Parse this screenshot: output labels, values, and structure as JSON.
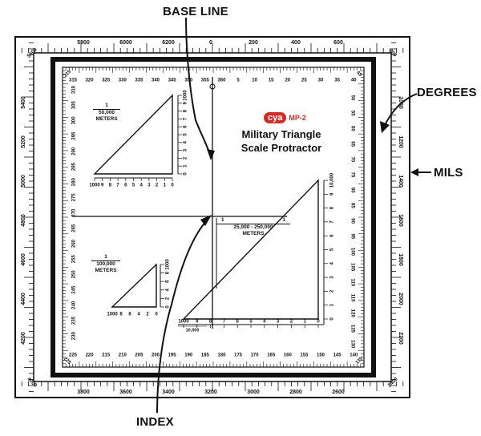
{
  "callouts": {
    "base_line": "BASE LINE",
    "degrees": "DEGREES",
    "mils": "MILS",
    "index": "INDEX"
  },
  "brand": {
    "logo": "cya",
    "model": "MP-2",
    "color": "#d42a2a"
  },
  "title": {
    "line1": "Military Triangle",
    "line2": "Scale Protractor"
  },
  "scales": {
    "s50k": {
      "num": "1",
      "den": "50,000",
      "unit": "METERS"
    },
    "s100k": {
      "num": "1",
      "den": "100,000",
      "unit": "METERS"
    },
    "s25k": {
      "num_left": "1",
      "num_right": "1",
      "den": "25,000 - 250,000",
      "unit": "METERS"
    }
  },
  "mils_labels": {
    "top": [
      "5800",
      "6000",
      "6200",
      "0",
      "200",
      "400",
      "600"
    ],
    "right": [
      "1000",
      "1200",
      "1400",
      "1600",
      "1800",
      "2000",
      "2200"
    ],
    "bottom": [
      "3800",
      "3600",
      "3400",
      "3200",
      "3000",
      "2800",
      "2600"
    ],
    "left": [
      "5400",
      "5200",
      "5000",
      "4800",
      "4600",
      "4400",
      "4200"
    ],
    "corners": [
      "5600",
      "800",
      "2400",
      "4000"
    ]
  },
  "degrees_labels": {
    "top": [
      "315",
      "320",
      "325",
      "330",
      "335",
      "340",
      "345",
      "350",
      "355",
      "360",
      "5",
      "10",
      "15",
      "20",
      "25",
      "30",
      "35",
      "40"
    ],
    "right": [
      "50",
      "55",
      "60",
      "65",
      "70",
      "75",
      "80",
      "85",
      "90",
      "95",
      "100",
      "105",
      "110",
      "115",
      "120",
      "125",
      "130"
    ],
    "bottom": [
      "225",
      "220",
      "215",
      "210",
      "205",
      "200",
      "195",
      "190",
      "185",
      "180",
      "175",
      "170",
      "165",
      "160",
      "155",
      "150",
      "145",
      "140"
    ],
    "left": [
      "310",
      "305",
      "300",
      "295",
      "290",
      "285",
      "280",
      "275",
      "270",
      "265",
      "260",
      "255",
      "250",
      "245",
      "240",
      "235",
      "230"
    ],
    "corners": [
      "45",
      "135",
      "225",
      "315"
    ]
  },
  "triangles": {
    "t1_base": [
      "1000",
      "9",
      "8",
      "7",
      "6",
      "5",
      "4",
      "3",
      "2",
      "1",
      "0"
    ],
    "t1_side": [
      "0",
      "1",
      "2",
      "3",
      "4",
      "5",
      "6",
      "7",
      "8",
      "9",
      "1000"
    ],
    "t2_base": [
      "1000",
      "8",
      "6",
      "4",
      "2",
      "0"
    ],
    "t2_side": [
      "0",
      "2",
      "4",
      "6",
      "8",
      "1000"
    ],
    "t3_base": [
      "1000",
      "9",
      "8",
      "7",
      "6",
      "5",
      "4",
      "3",
      "2",
      "1",
      "0"
    ],
    "t3_side": [
      "0",
      "1",
      "2",
      "3",
      "4",
      "5",
      "6",
      "7",
      "8",
      "9",
      "10,000"
    ],
    "t3_base_den": "10,000"
  }
}
